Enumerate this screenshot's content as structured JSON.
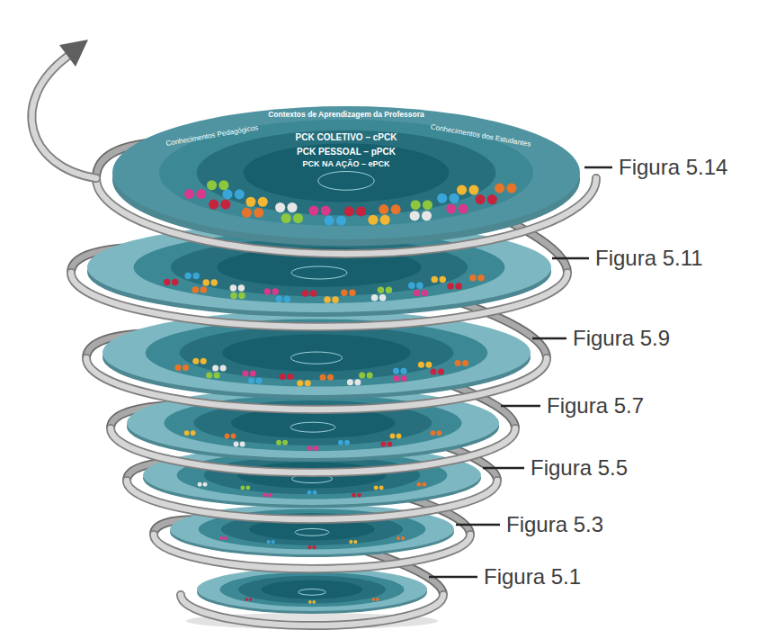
{
  "diagram": {
    "nodes": [
      {
        "text": [
          "Contextos de Aprendizagem da Professora",
          "Conhecimentos Pedagógicos",
          "Conhecimentos dos Estudantes",
          "PCK COLETIVO – cPCK",
          "PCK PESSOAL – pPCK",
          "PCK NA AÇÃO – ePCK"
        ]
      }
    ],
    "labels": [
      "Figura 5.14",
      "Figura 5.11",
      "Figura 5.9",
      "Figura 5.7",
      "Figura 5.5",
      "Figura 5.3",
      "Figura 5.1"
    ]
  }
}
